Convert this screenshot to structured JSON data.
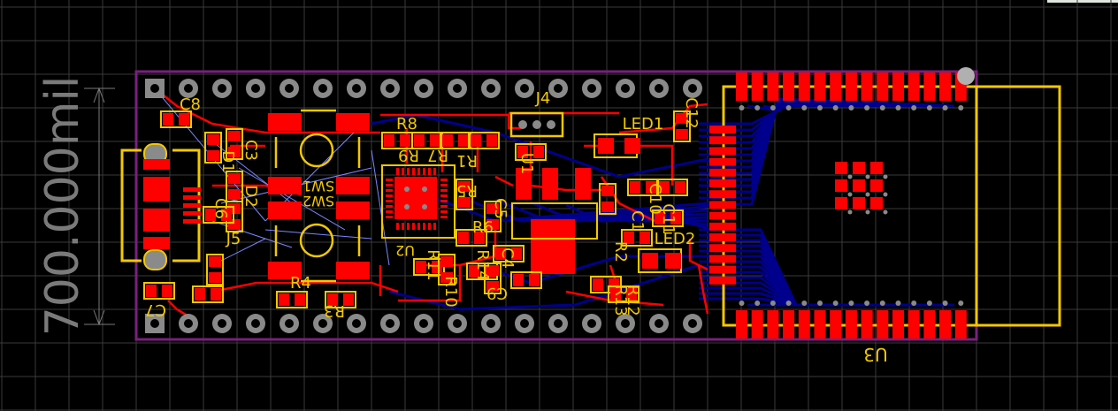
{
  "colors": {
    "background": "#000000",
    "grid": "#3a3a3a",
    "board_outline": "#7a1f7f",
    "top_copper": "#ff0000",
    "bottom_copper": "#00008c",
    "silkscreen": "#f2c800",
    "pad_gray": "#8a8a8a",
    "ratsnest": "#7a86ff",
    "dimension": "#7a7a7a"
  },
  "dimension": {
    "text": "700.000mil"
  },
  "labels": {
    "c8": "C8",
    "c3": "C3",
    "d1": "D1",
    "d2": "D2",
    "c6": "C6",
    "j5": "J5",
    "c7": "C7",
    "sw1": "SW1",
    "sw2": "SW2",
    "r4": "R4",
    "r3": "R3",
    "r8": "R8",
    "r9": "R9",
    "r7": "R7",
    "r1": "R1",
    "r5": "R5",
    "r6": "R6",
    "r10": "R10",
    "r11": "R11",
    "r14": "R14",
    "c4": "C4",
    "c9": "C9",
    "c5": "C5",
    "c10": "C10",
    "c1": "C1",
    "c11": "C11",
    "c12": "C12",
    "u1": "U1",
    "u2": "U2",
    "u3": "U3",
    "j4": "J4",
    "led1": "LED1",
    "led2": "LED2",
    "r2": "R2",
    "r13": "R13",
    "r12": "R12"
  }
}
